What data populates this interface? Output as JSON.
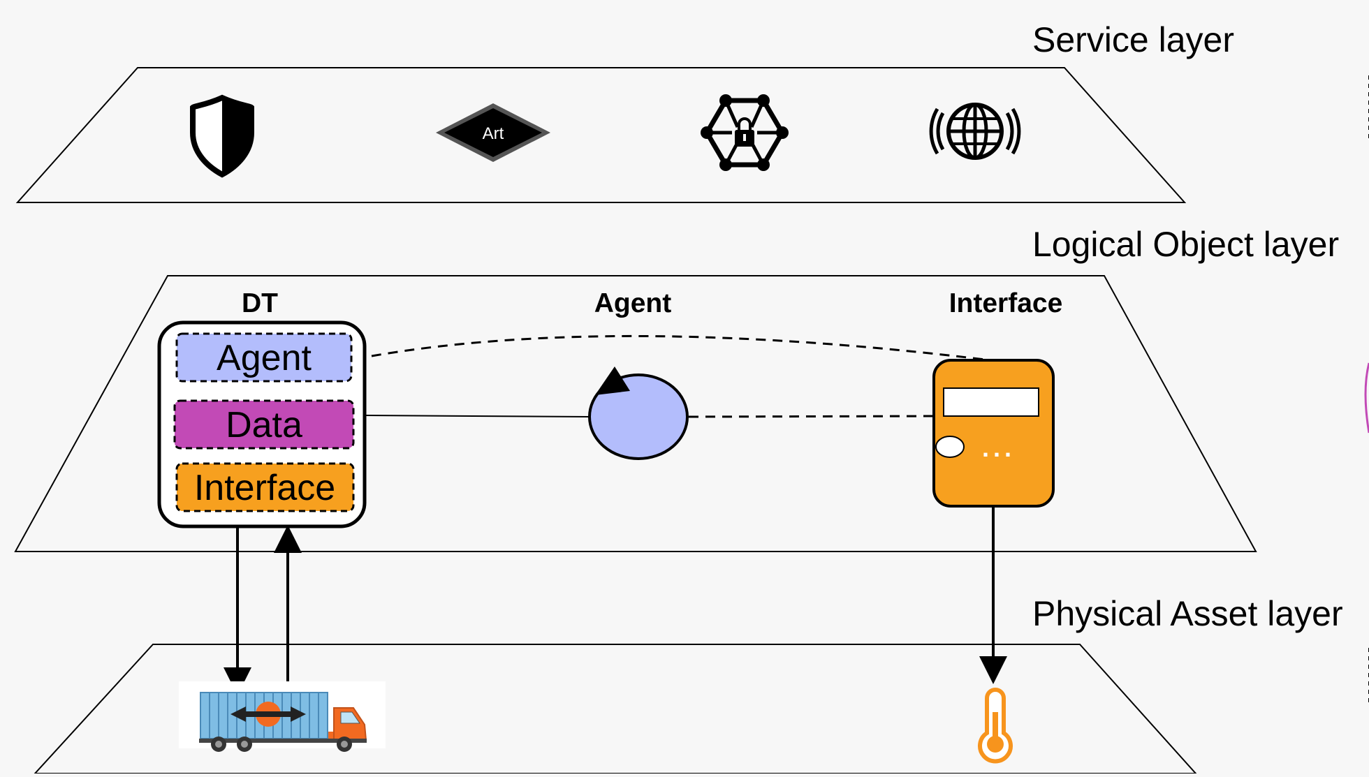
{
  "layers": {
    "service": "Service layer",
    "logical": "Logical Object layer",
    "physical": "Physical Asset layer"
  },
  "service_icons": [
    {
      "icon": "shield-icon"
    },
    {
      "icon": "art-diamond-icon",
      "label": "Art"
    },
    {
      "icon": "network-lock-icon"
    },
    {
      "icon": "globe-icon"
    }
  ],
  "logical": {
    "dt_title": "DT",
    "agent_title": "Agent",
    "interface_title": "Interface",
    "dt_stack": {
      "agent": "Agent",
      "data": "Data",
      "interface": "Interface"
    },
    "device_dots": "..."
  },
  "physical": {
    "icons": [
      "truck-icon",
      "thermometer-icon"
    ]
  },
  "colors": {
    "background": "#f7f7f7",
    "agent_fill": "#b3bdfc",
    "data_fill": "#c24ab6",
    "interface_fill": "#f7a01f",
    "truck_container": "#7fbde4",
    "truck_cab": "#f26a21"
  }
}
